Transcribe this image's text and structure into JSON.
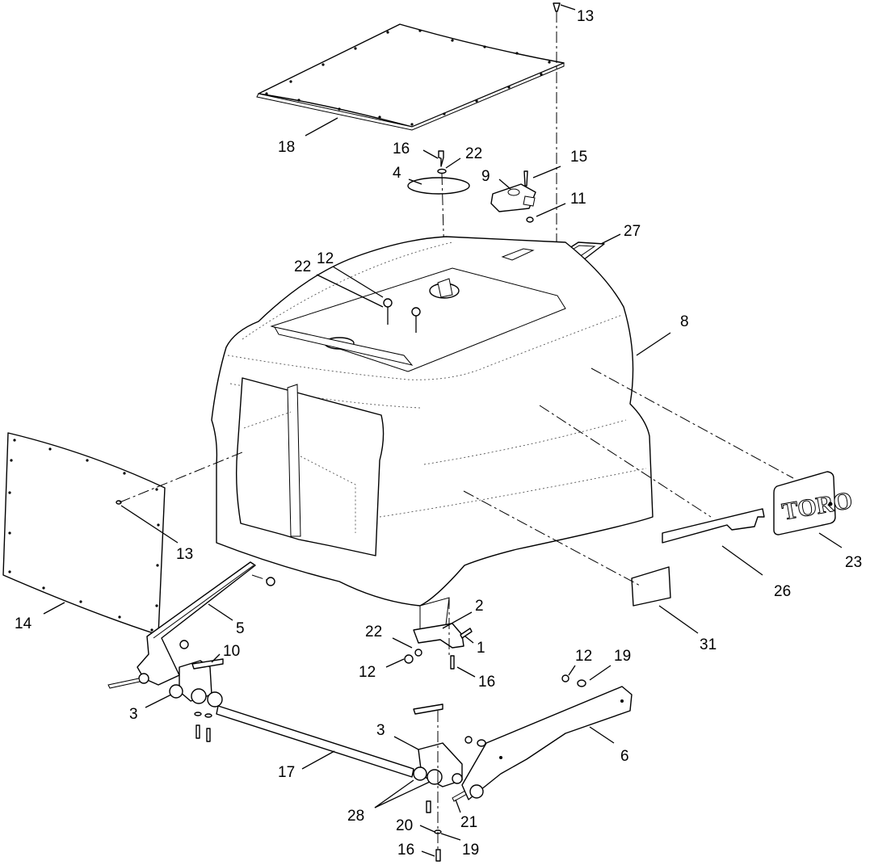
{
  "diagram": {
    "callouts": [
      {
        "key": "c13_top",
        "text": "13"
      },
      {
        "key": "c18",
        "text": "18"
      },
      {
        "key": "c16_top",
        "text": "16"
      },
      {
        "key": "c22_top",
        "text": "22"
      },
      {
        "key": "c4",
        "text": "4"
      },
      {
        "key": "c9",
        "text": "9"
      },
      {
        "key": "c15",
        "text": "15"
      },
      {
        "key": "c11",
        "text": "11"
      },
      {
        "key": "c27",
        "text": "27"
      },
      {
        "key": "c12_mid",
        "text": "12"
      },
      {
        "key": "c22_mid",
        "text": "22"
      },
      {
        "key": "c8",
        "text": "8"
      },
      {
        "key": "c13_left",
        "text": "13"
      },
      {
        "key": "c14",
        "text": "14"
      },
      {
        "key": "c5",
        "text": "5"
      },
      {
        "key": "c10",
        "text": "10"
      },
      {
        "key": "c3_left",
        "text": "3"
      },
      {
        "key": "c2",
        "text": "2"
      },
      {
        "key": "c22_low",
        "text": "22"
      },
      {
        "key": "c1",
        "text": "1"
      },
      {
        "key": "c12_low",
        "text": "12"
      },
      {
        "key": "c16_mid",
        "text": "16"
      },
      {
        "key": "c12_right",
        "text": "12"
      },
      {
        "key": "c19_right",
        "text": "19"
      },
      {
        "key": "c6",
        "text": "6"
      },
      {
        "key": "c3_bottom",
        "text": "3"
      },
      {
        "key": "c17",
        "text": "17"
      },
      {
        "key": "c28",
        "text": "28"
      },
      {
        "key": "c21",
        "text": "21"
      },
      {
        "key": "c20",
        "text": "20"
      },
      {
        "key": "c19_bottom",
        "text": "19"
      },
      {
        "key": "c16_bottom",
        "text": "16"
      },
      {
        "key": "c23",
        "text": "23"
      },
      {
        "key": "c26",
        "text": "26"
      },
      {
        "key": "c31",
        "text": "31"
      }
    ],
    "decal_logo_text": "TORO"
  }
}
